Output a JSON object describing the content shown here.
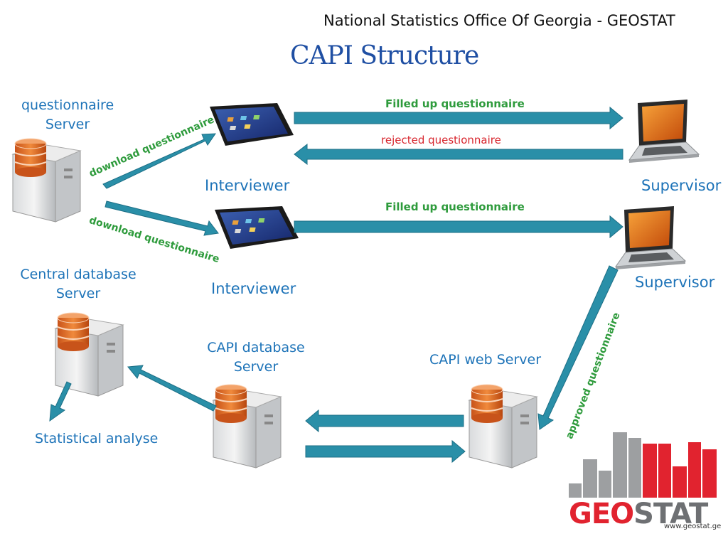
{
  "header": {
    "org": "National Statistics Office Of Georgia - GEOSTAT"
  },
  "title": "CAPI Structure",
  "nodes": {
    "questionnaire_server": [
      "questionnaire",
      "Server"
    ],
    "interviewer_1": "Interviewer",
    "interviewer_2": "Interviewer",
    "supervisor_1": "Supervisor",
    "supervisor_2": "Supervisor",
    "central_db": [
      "Central database",
      "Server"
    ],
    "capi_db": [
      "CAPI database",
      "Server"
    ],
    "capi_web": "CAPI web Server",
    "statistical": "Statistical analyse"
  },
  "arrows": {
    "filled_1": "Filled up questionnaire",
    "rejected": "rejected questionnaire",
    "filled_2": "Filled up questionnaire",
    "download_1": "download questionnaire",
    "download_2": "download questionnaire",
    "approved": "approved questionnaire"
  },
  "logo": {
    "word_geo": "GEO",
    "word_stat": "STAT",
    "url": "www.geostat.ge"
  },
  "colors": {
    "title": "#1f4fa3",
    "label": "#1d73b8",
    "arrow": "#2a8fa8",
    "green": "#2e9b3c",
    "red": "#d8262e"
  },
  "icons": [
    "server-icon",
    "tablet-icon",
    "laptop-icon"
  ]
}
